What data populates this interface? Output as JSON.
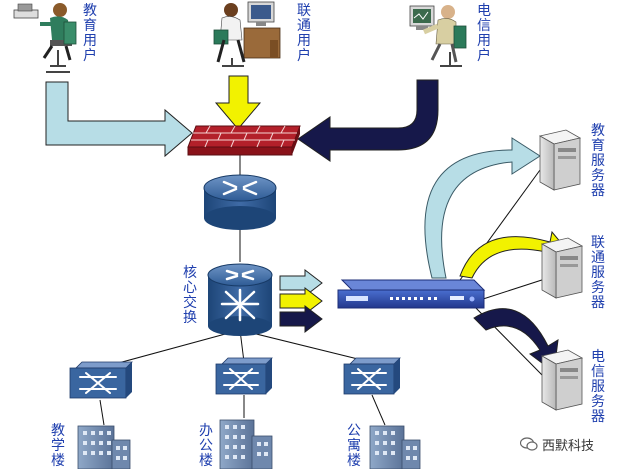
{
  "users": {
    "edu": "教育用户",
    "unicom": "联通用户",
    "telecom": "电信用户"
  },
  "core_label": "核心交换",
  "servers": {
    "edu": "教育服务器",
    "unicom": "联通服务器",
    "telecom": "电信服务器"
  },
  "buildings": {
    "teaching": "教学楼",
    "office": "办公楼",
    "apartment": "公寓楼"
  },
  "watermark": "西默科技",
  "colors": {
    "edu_arrow": "#b7dde6",
    "unicom_arrow": "#f2f200",
    "telecom_arrow": "#16184a",
    "firewall": "#b3202a",
    "router": "#24538a",
    "switch": "#3a66a0",
    "label": "#1f3fae"
  }
}
